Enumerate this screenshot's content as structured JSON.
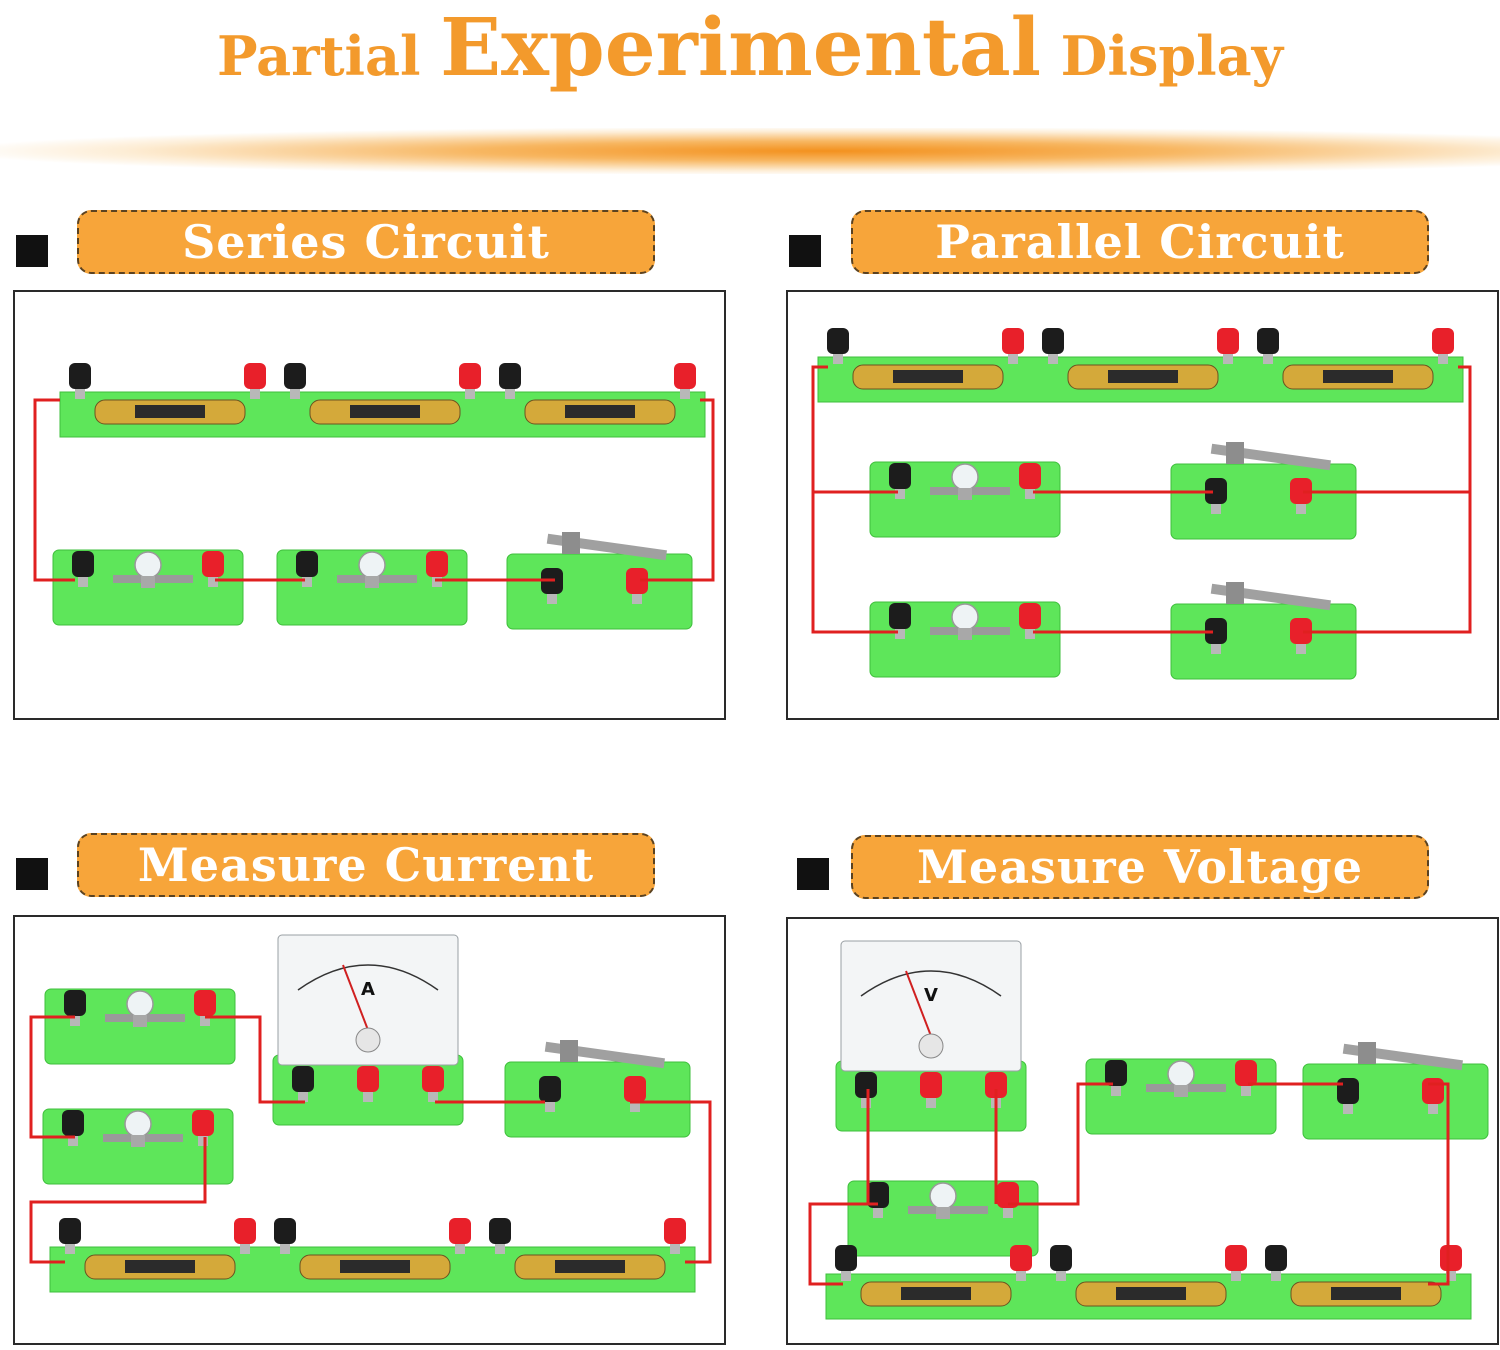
{
  "header": {
    "title_part1": "Partial",
    "title_part2": "Experimental",
    "title_part3": "Display"
  },
  "sections": [
    {
      "label": "Series Circuit"
    },
    {
      "label": "Parallel Circuit"
    },
    {
      "label": "Measure Current"
    },
    {
      "label": "Measure Voltage"
    }
  ],
  "meters": {
    "ammeter_symbol": "A",
    "voltmeter_symbol": "V"
  },
  "colors": {
    "title_orange": "#f39a2c",
    "pill_orange": "#f7a53a",
    "board_green": "#5ee65a",
    "wire_red": "#e02020"
  }
}
